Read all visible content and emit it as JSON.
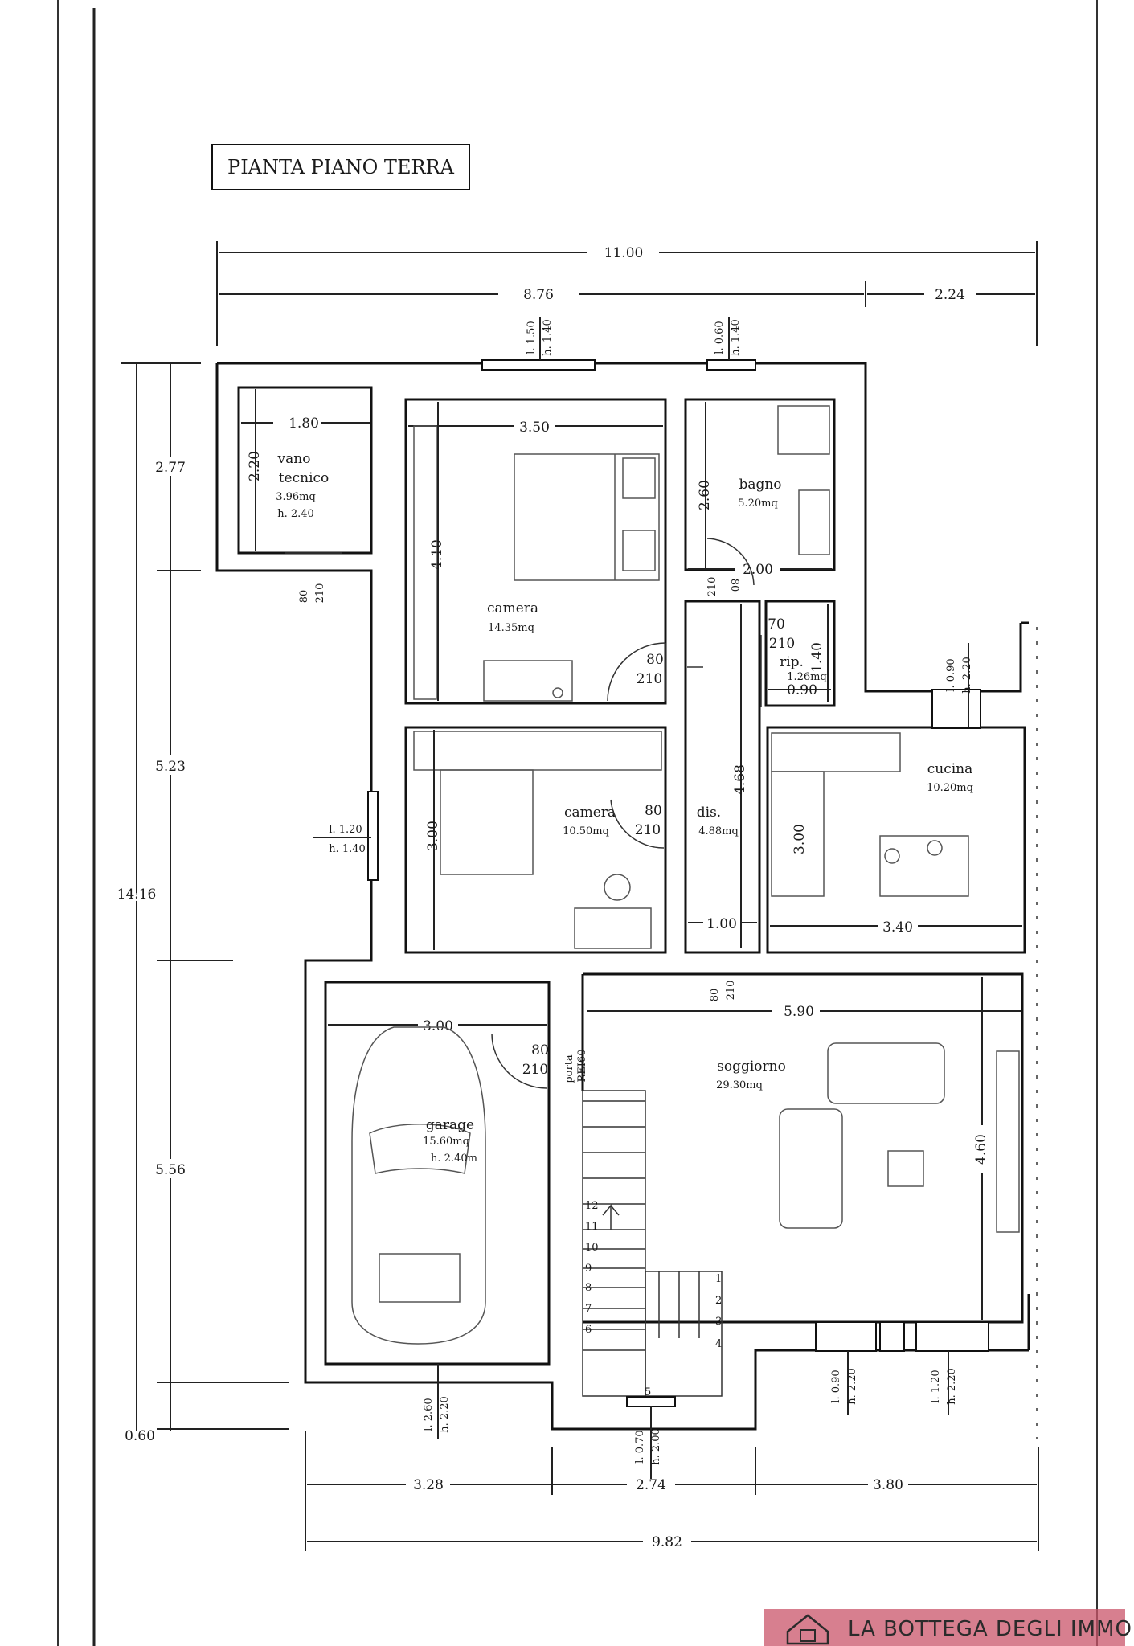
{
  "title": "PIANTA PIANO TERRA",
  "brand": {
    "text": "LA BOTTEGA DEGLI IMMOBILI",
    "color": "#c9546a"
  },
  "dimensions": {
    "total_width": "11.00",
    "width_left": "8.76",
    "width_right": "2.24",
    "total_height": "14.16",
    "h_2_77": "2.77",
    "h_5_23": "5.23",
    "h_5_56": "5.56",
    "h_0_60": "0.60",
    "bottom_3_28": "3.28",
    "bottom_2_74": "2.74",
    "bottom_3_80": "3.80",
    "bottom_total": "9.82"
  },
  "rooms": [
    {
      "id": "vano",
      "name": "vano",
      "name2": "tecnico",
      "area": "3.96mq",
      "h": "h. 2.40",
      "w": "1.80",
      "d": "2.20"
    },
    {
      "id": "camera1",
      "name": "camera",
      "area": "14.35mq",
      "w": "3.50",
      "d": "4.10"
    },
    {
      "id": "bagno",
      "name": "bagno",
      "area": "5.20mq",
      "w": "2.00",
      "d": "2.60"
    },
    {
      "id": "rip",
      "name": "rip.",
      "area": "1.26mq",
      "w": "0.90",
      "d": "1.40"
    },
    {
      "id": "camera2",
      "name": "camera",
      "area": "10.50mq",
      "d": "3.00"
    },
    {
      "id": "dis",
      "name": "dis.",
      "area": "4.88mq",
      "w": "1.00",
      "d": "4.68"
    },
    {
      "id": "cucina",
      "name": "cucina",
      "area": "10.20mq",
      "w": "3.40",
      "d": "3.00"
    },
    {
      "id": "soggiorno",
      "name": "soggiorno",
      "area": "29.30mq",
      "w": "5.90",
      "d": "4.60"
    },
    {
      "id": "garage",
      "name": "garage",
      "area": "15.60mq",
      "h": "h. 2.40m",
      "w": "3.00"
    }
  ],
  "windows": {
    "w_top1_l": "l. 1.50",
    "w_top1_h": "h. 1.40",
    "w_top2_l": "l. 0.60",
    "w_top2_h": "h. 1.40",
    "w_left_l": "l. 1.20",
    "w_left_h": "h. 1.40",
    "w_cucina_l": "l. 0.90",
    "w_cucina_h": "h. 2.20",
    "w_garage_l": "l. 2.60",
    "w_garage_h": "h. 2.20",
    "w_ingresso_l": "l. 0.70",
    "w_ingresso_h": "h. 2.00",
    "w_sogg1_l": "l. 0.90",
    "w_sogg1_h": "h. 2.20",
    "w_sogg2_l": "l. 1.20",
    "w_sogg2_h": "h. 2.20"
  },
  "doors": {
    "d80": "80",
    "d70": "70",
    "d210": "210",
    "porta": "porta",
    "rei": "REI60"
  },
  "stairs": [
    "1",
    "2",
    "3",
    "4",
    "5",
    "6",
    "7",
    "8",
    "9",
    "10",
    "11",
    "12"
  ]
}
